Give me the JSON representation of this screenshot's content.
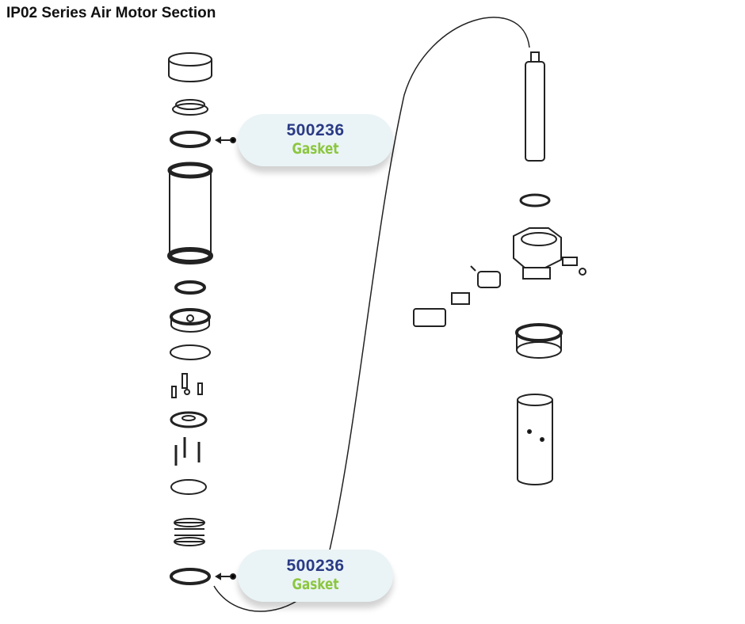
{
  "title": "IP02 Series Air Motor Section",
  "callouts": [
    {
      "part_number": "500236",
      "part_name": "Gasket"
    },
    {
      "part_number": "500236",
      "part_name": "Gasket"
    }
  ],
  "colors": {
    "part_number": "#2a3a85",
    "part_name": "#8cc63f",
    "callout_bg": "#eaf4f6"
  }
}
